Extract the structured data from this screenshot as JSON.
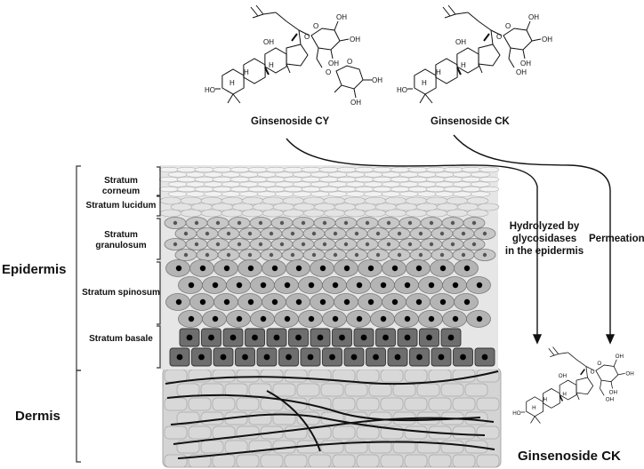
{
  "compounds": {
    "cy": {
      "name": "Ginsenoside CY",
      "atoms": {
        "oh1": "OH",
        "o1": "O",
        "o2": "O",
        "o3": "O",
        "oh2": "OH",
        "oh3": "OH",
        "ho1": "HO",
        "h1": "H",
        "h2": "H",
        "h3": "H",
        "o4": "O",
        "oh4": "OH",
        "oh5": "OH",
        "oh6": "OH"
      }
    },
    "ck": {
      "name": "Ginsenoside CK",
      "atoms": {
        "oh1": "OH",
        "o1": "O",
        "o2": "O",
        "oh2": "OH",
        "oh3": "OH",
        "ho1": "HO",
        "h1": "H",
        "h2": "H",
        "h3": "H",
        "oh4": "OH",
        "oh5": "OH"
      }
    },
    "ck_bottom": {
      "name": "Ginsenoside CK",
      "atoms": {
        "oh1": "OH",
        "o1": "O",
        "o2": "O",
        "oh2": "OH",
        "oh3": "OH",
        "ho1": "HO",
        "h1": "H",
        "h2": "H",
        "h3": "H",
        "oh4": "OH",
        "oh5": "OH"
      }
    }
  },
  "layers": {
    "corneum": "Stratum corneum",
    "lucidum": "Stratum lucidum",
    "granulosum": "Stratum\ngranulosum",
    "spinosum": "Stratum spinosum",
    "basale": "Stratum basale"
  },
  "regions": {
    "epidermis": "Epidermis",
    "dermis": "Dermis"
  },
  "pathways": {
    "hydrolyzed": "Hydrolyzed by\nglycosidases\nin the epidermis",
    "permeation": "Permeation"
  },
  "colors": {
    "granulosum_cell": "#c8c8c8",
    "spinosum_cell": "#b4b4b4",
    "basale_cell": "#6e6e6e",
    "dermis_fill": "#d4d4d4",
    "nucleus": "#000000"
  }
}
